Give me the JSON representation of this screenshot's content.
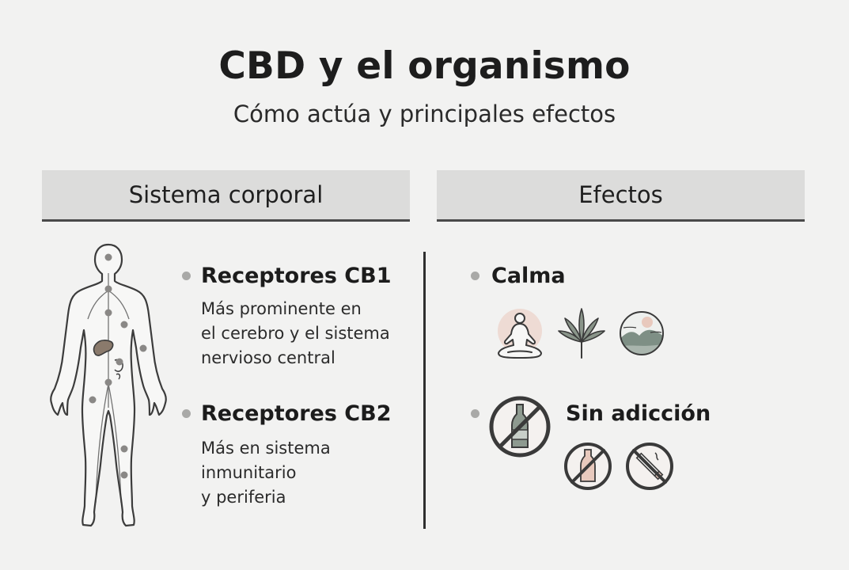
{
  "header": {
    "title": "CBD y el organismo",
    "subtitle": "Cómo actúa y principales efectos"
  },
  "columns": {
    "left_title": "Sistema corporal",
    "right_title": "Efectos"
  },
  "receptors": [
    {
      "title": "Receptores CB1",
      "lines": [
        "Más prominente en",
        "el cerebro y el sistema",
        "nervioso central"
      ]
    },
    {
      "title": "Receptores CB2",
      "lines": [
        "Más en sistema",
        "inmunitario",
        "y periferia"
      ]
    }
  ],
  "effects": [
    {
      "title": "Calma",
      "icons": [
        "meditation-icon",
        "cannabis-leaf-icon",
        "landscape-icon"
      ]
    },
    {
      "title": "Sin adicción",
      "icons": [
        "no-alcohol-icon",
        "no-bottle-icon",
        "no-smoking-icon"
      ]
    }
  ],
  "colors": {
    "background": "#f2f2f1",
    "header_band": "#dcdcdb",
    "accent_pink": "#e8c9bd",
    "marker_gray": "#8a8886",
    "text": "#1d1d1d"
  }
}
